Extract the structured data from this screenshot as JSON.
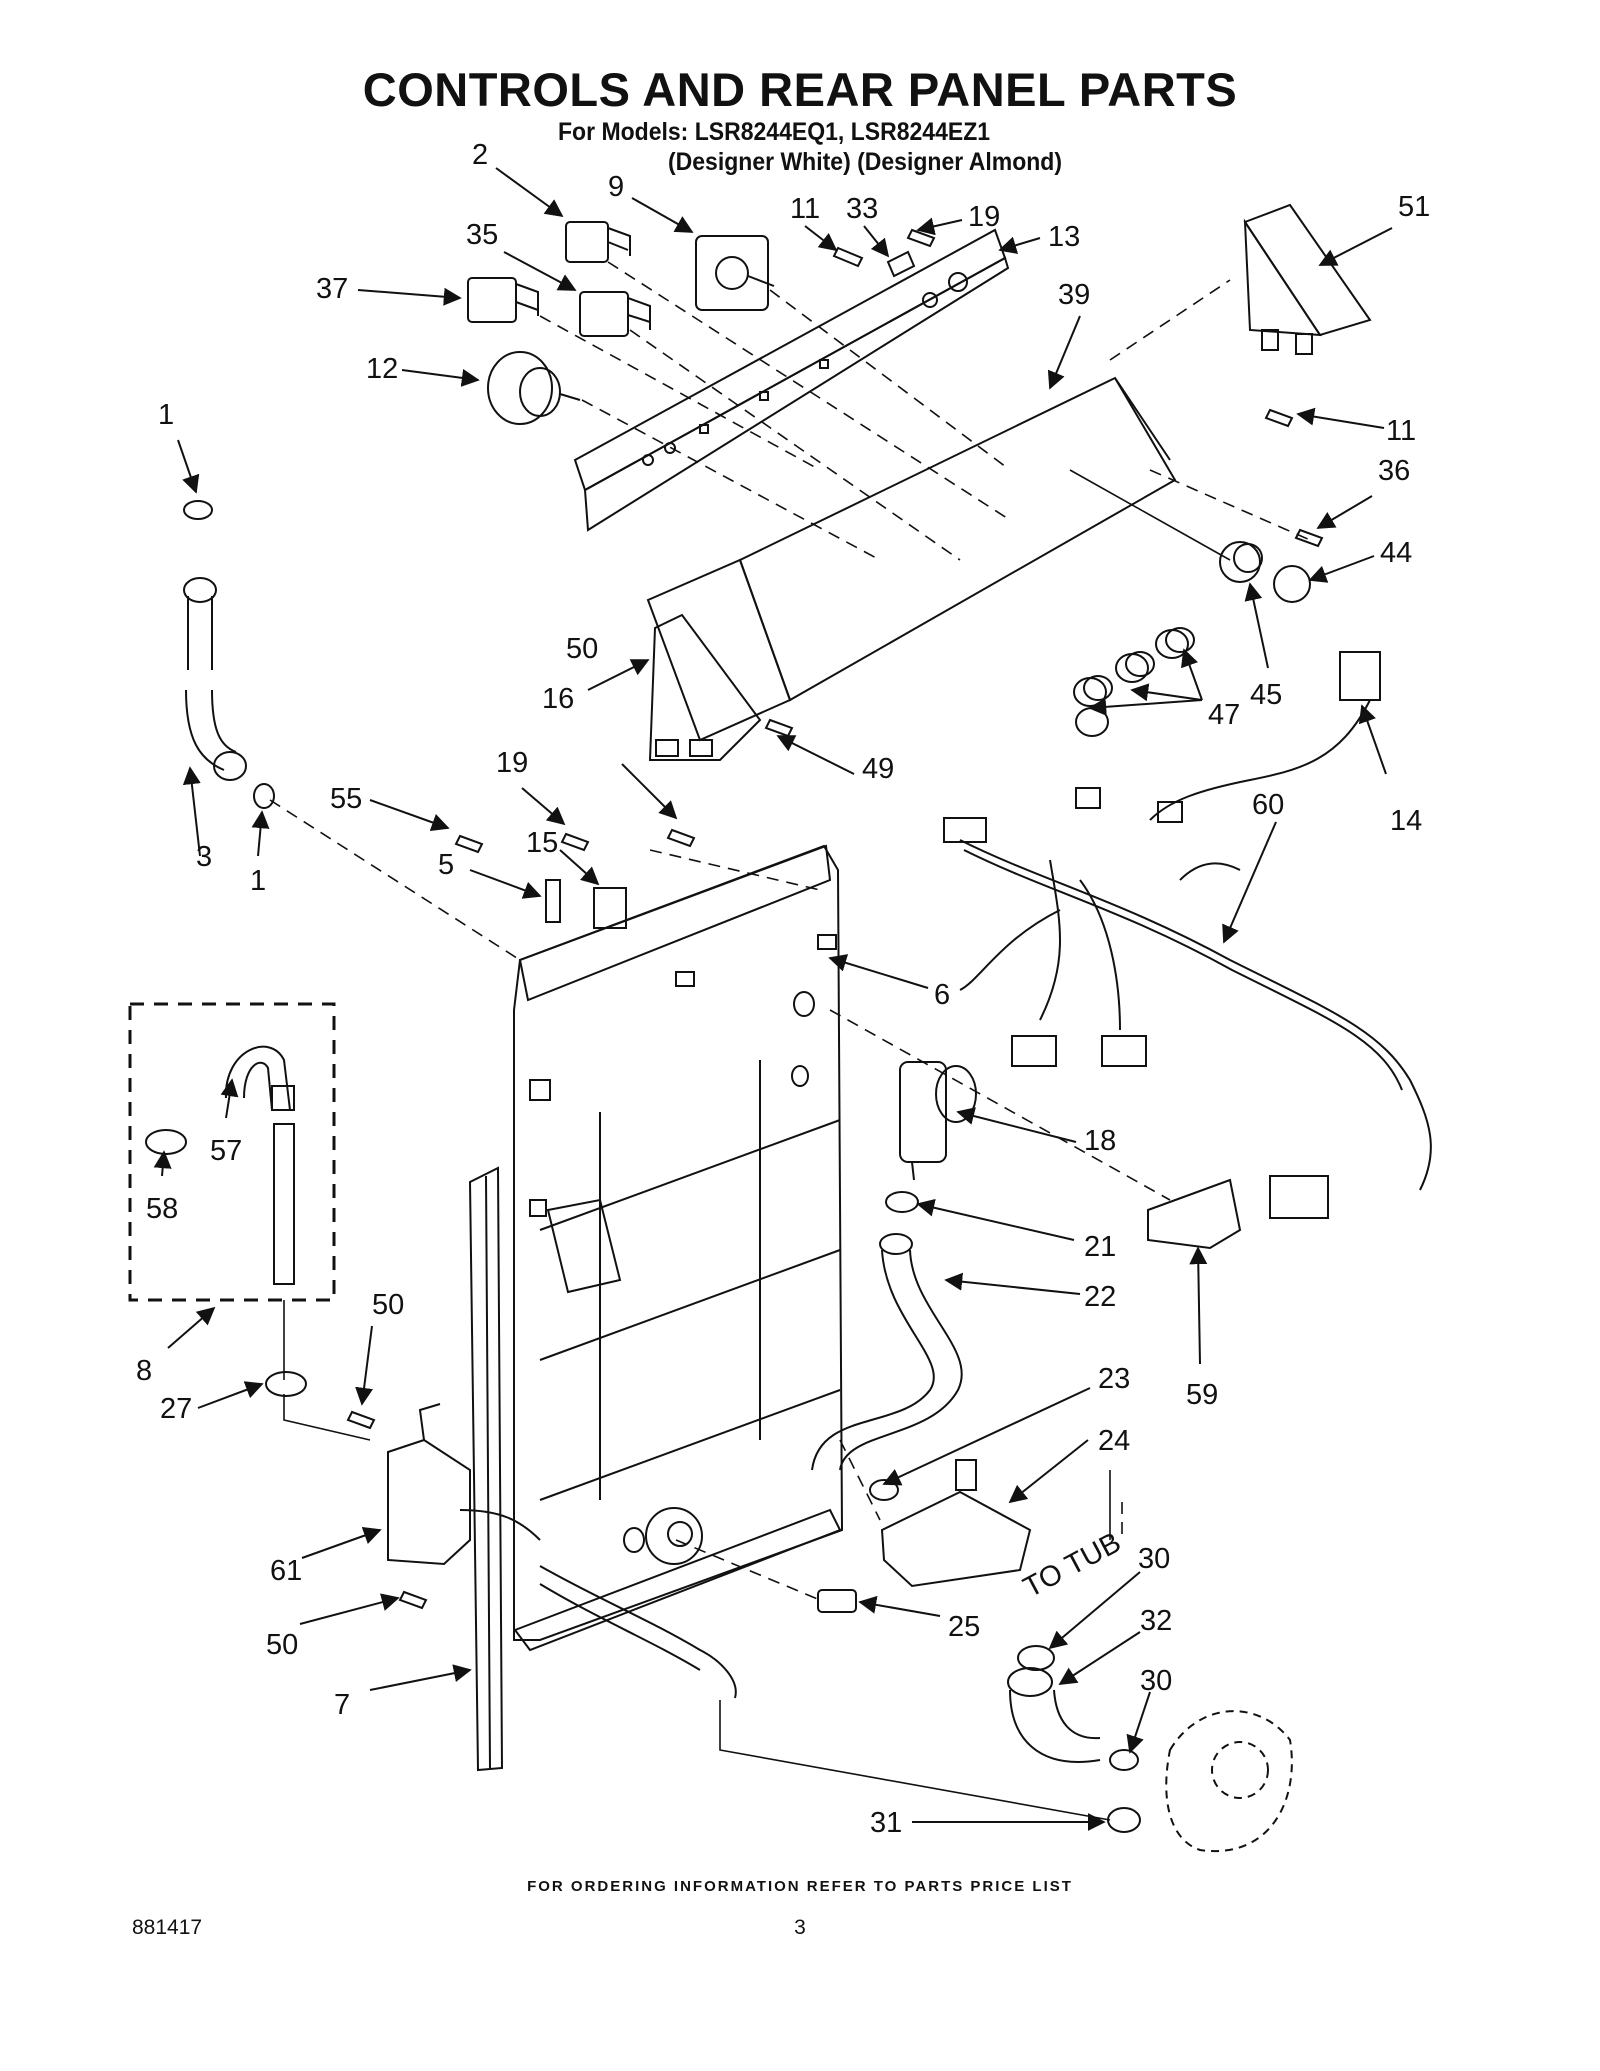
{
  "header": {
    "title": "CONTROLS AND REAR PANEL PARTS",
    "models_line": "For Models: LSR8244EQ1, LSR8244EZ1",
    "colors_line": "(Designer White) (Designer Almond)"
  },
  "footer": {
    "ordering_note": "FOR ORDERING INFORMATION REFER TO PARTS PRICE LIST",
    "document_number": "881417",
    "page_number": "3"
  },
  "diagram": {
    "annotation_to_tub": "TO TUB",
    "callouts": [
      "2",
      "9",
      "11",
      "33",
      "19",
      "13",
      "51",
      "35",
      "37",
      "39",
      "12",
      "11",
      "1",
      "36",
      "44",
      "45",
      "47",
      "16",
      "49",
      "50",
      "19",
      "60",
      "14",
      "55",
      "15",
      "3",
      "1",
      "5",
      "6",
      "18",
      "57",
      "58",
      "21",
      "22",
      "8",
      "50",
      "23",
      "59",
      "27",
      "24",
      "61",
      "25",
      "30",
      "50",
      "32",
      "30",
      "7",
      "31"
    ]
  }
}
